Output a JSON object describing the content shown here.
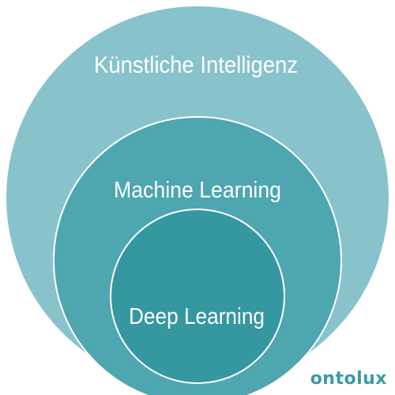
{
  "diagram": {
    "outer": {
      "label": "Künstliche Intelligenz",
      "color": "#88c3cc"
    },
    "middle": {
      "label": "Machine Learning",
      "color": "#4ea6b1"
    },
    "inner": {
      "label": "Deep Learning",
      "color": "#35979f"
    },
    "stroke_color": "#ffffff"
  },
  "brand": {
    "name": "ontolux",
    "color": "#3a9aa3"
  }
}
